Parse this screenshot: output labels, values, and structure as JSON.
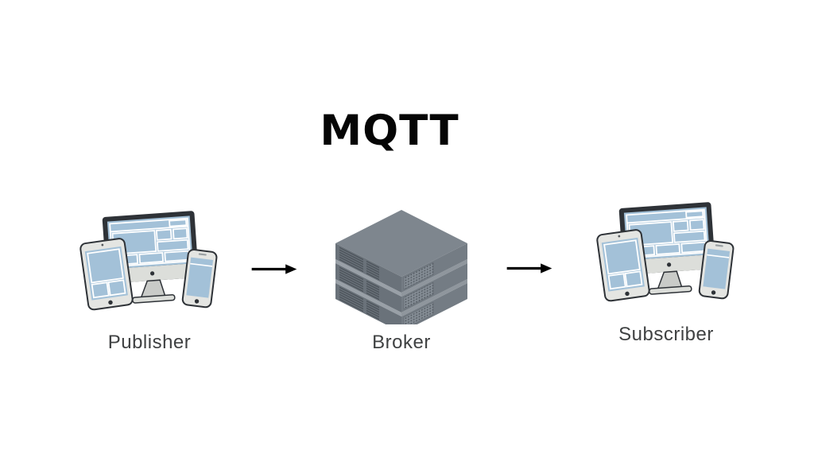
{
  "title": "MQTT",
  "nodes": [
    {
      "id": "publisher",
      "label": "Publisher",
      "icon": "client-devices-icon"
    },
    {
      "id": "broker",
      "label": "Broker",
      "icon": "server-stack-icon"
    },
    {
      "id": "subscriber",
      "label": "Subscriber",
      "icon": "client-devices-icon"
    }
  ],
  "connections": [
    {
      "from": "Publisher",
      "to": "Broker",
      "icon": "arrow-right-icon"
    },
    {
      "from": "Broker",
      "to": "Subscriber",
      "icon": "arrow-right-icon"
    }
  ],
  "colors": {
    "background": "#ffffff",
    "title_text": "#050505",
    "label_text": "#3f4142",
    "arrow": "#000000",
    "screen_blue": "#a3c1d8",
    "device_body": "#e4e5e2",
    "device_frame": "#2e3237",
    "wireframe_line": "#ffffff",
    "server_top": "#7e868e",
    "server_right": "#747c84",
    "server_left": "#6a727a",
    "server_vent": "#4d545b"
  }
}
